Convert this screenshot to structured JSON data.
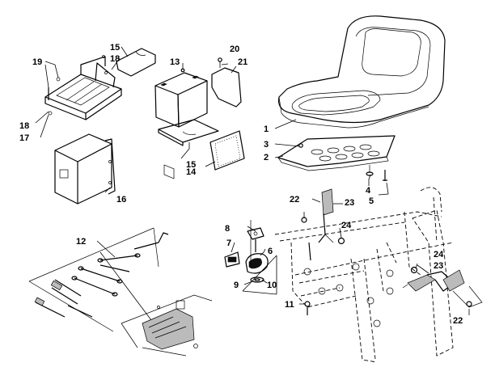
{
  "callouts": {
    "c1": "1",
    "c2": "2",
    "c3": "3",
    "c4": "4",
    "c5": "5",
    "c6": "6",
    "c7": "7",
    "c8": "8",
    "c9": "9",
    "c10": "10",
    "c11": "11",
    "c12": "12",
    "c13": "13",
    "c14": "14",
    "c15a": "15",
    "c15b": "15",
    "c16": "16",
    "c17": "17",
    "c18a": "18",
    "c18b": "18",
    "c19": "19",
    "c20": "20",
    "c21": "21",
    "c22a": "22",
    "c22b": "22",
    "c23a": "23",
    "c23b": "23",
    "c24a": "24",
    "c24b": "24"
  }
}
